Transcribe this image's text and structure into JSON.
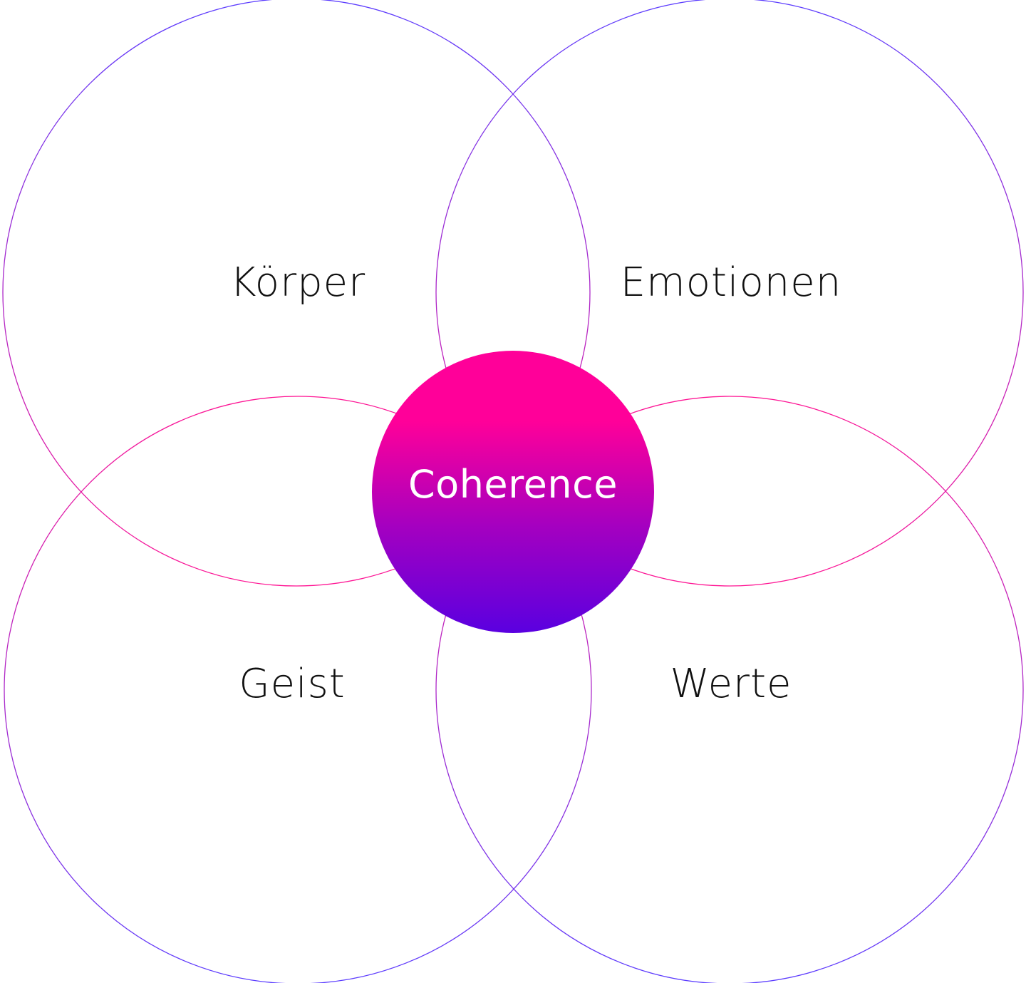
{
  "diagram": {
    "center": {
      "label": "Coherence"
    },
    "circles": [
      {
        "id": "koerper",
        "label": "Körper"
      },
      {
        "id": "emotionen",
        "label": "Emotionen"
      },
      {
        "id": "geist",
        "label": "Geist"
      },
      {
        "id": "werte",
        "label": "Werte"
      }
    ]
  },
  "colors": {
    "background": "#ffffff",
    "accent_pink": "#ff0099",
    "accent_purple": "#a200c0",
    "accent_violet": "#5a00e0",
    "ring_blue": "#5a3cff",
    "ring_pink": "#ff1493",
    "label_text": "#111111",
    "center_text": "#ffffff"
  }
}
